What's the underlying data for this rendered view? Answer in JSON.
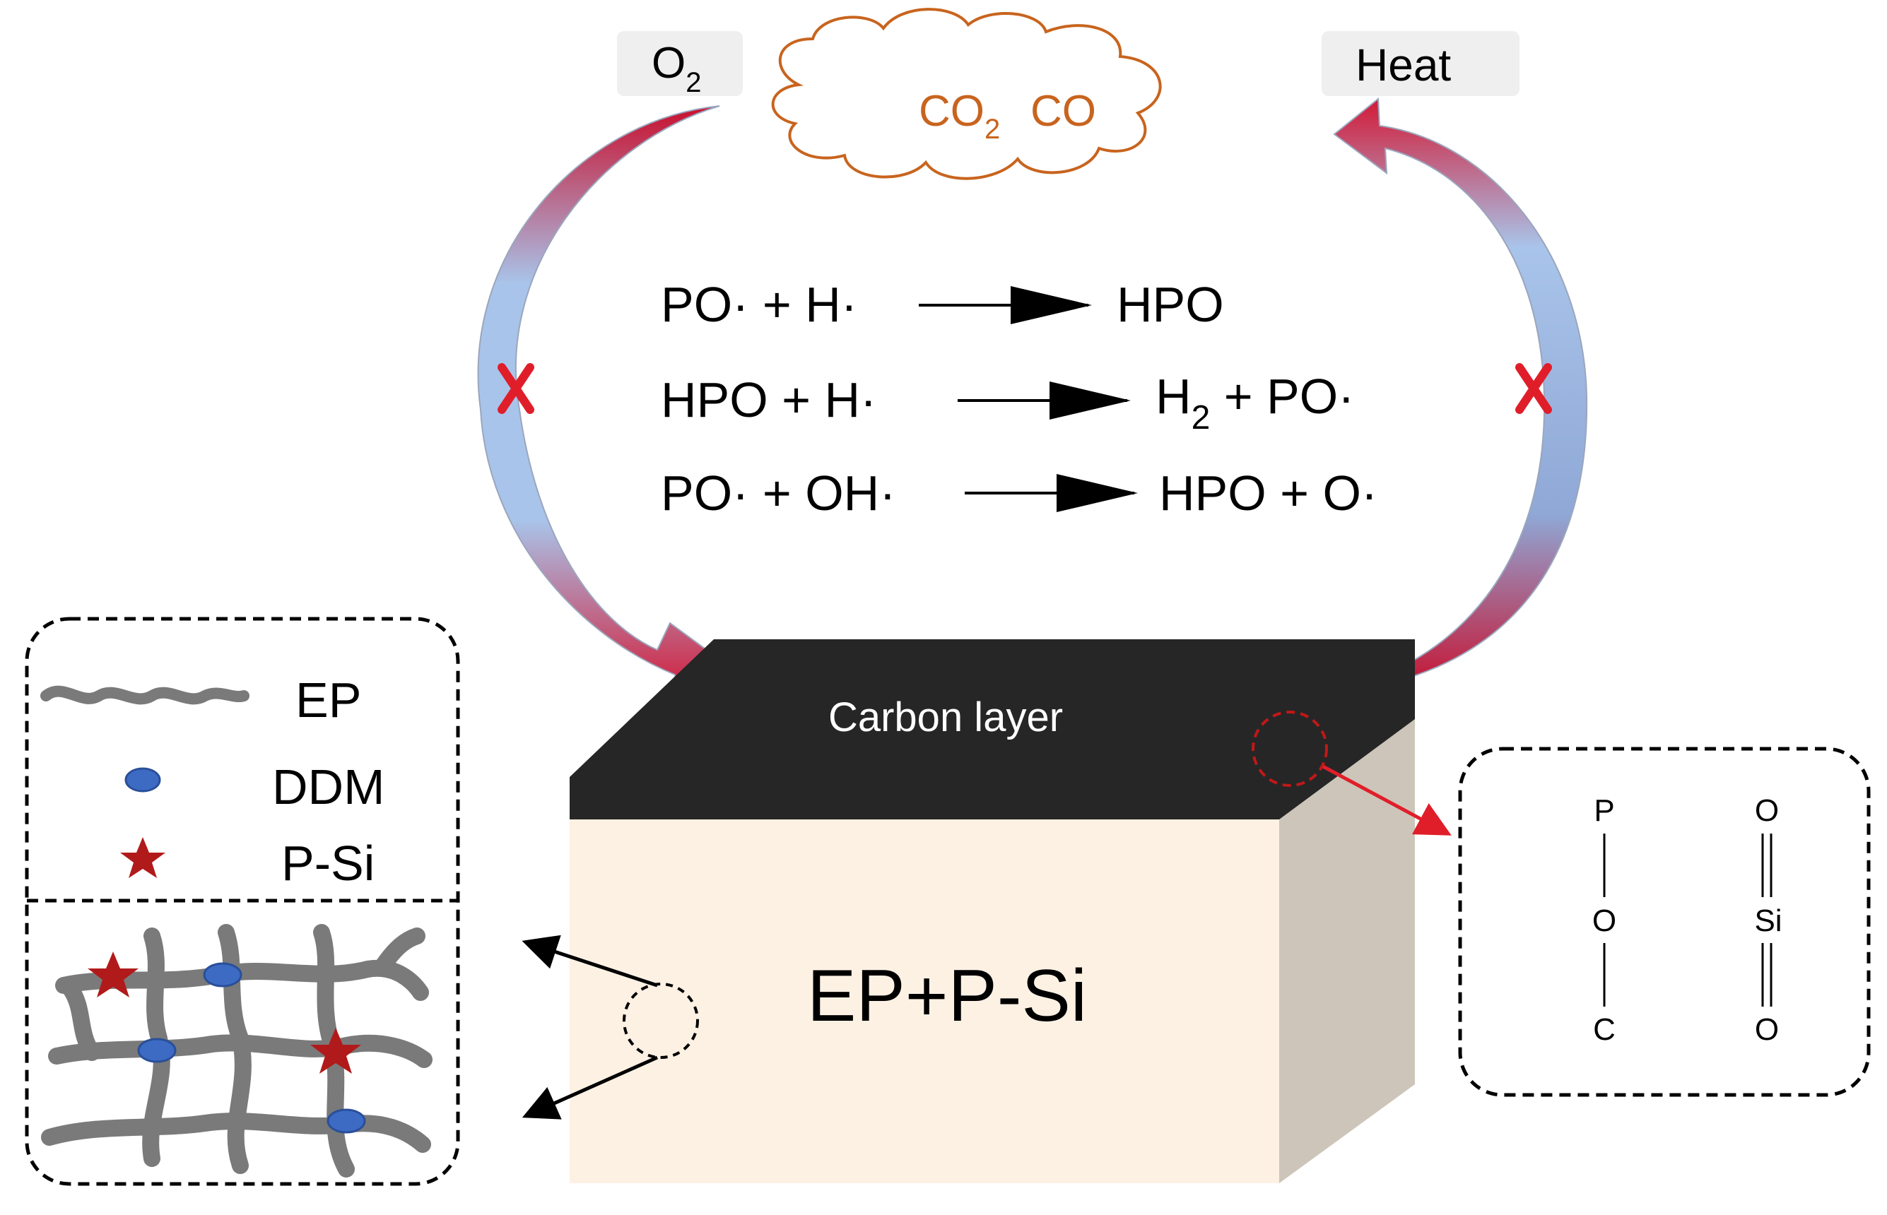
{
  "labels": {
    "o2_main": "O",
    "o2_sub": "2",
    "heat": "Heat",
    "cloud_co2_main": "CO",
    "cloud_co2_sub": "2",
    "cloud_co": "CO",
    "carbon_layer": "Carbon layer",
    "block": "EP+P-Si"
  },
  "reactions": [
    {
      "left": "PO· + H·",
      "right": "HPO"
    },
    {
      "left": "HPO + H·",
      "right_main": "H",
      "right_sub": "2",
      "right_tail": " + PO·"
    },
    {
      "left": "PO· + OH·",
      "right": "HPO + O·"
    }
  ],
  "legend": {
    "ep": "EP",
    "ddm": "DDM",
    "psi": "P-Si"
  },
  "structure": {
    "p": "P",
    "o_mid": "O",
    "c": "C",
    "o_top": "O",
    "si": "Si",
    "o_bot": "O"
  },
  "colors": {
    "cloud": "#c8641e",
    "arrow_red": "#c8102e",
    "arrow_blue": "#a9c4ea",
    "block_front": "#fdf1e4",
    "block_side": "#cdc5b9",
    "carbon_top": "#262626",
    "star": "#b11a1a",
    "ddm": "#3d6bc4",
    "chain": "#7a7a7a"
  },
  "icons": [
    "cross-mark-icon",
    "star-icon",
    "ellipse-icon",
    "cloud-shape"
  ]
}
